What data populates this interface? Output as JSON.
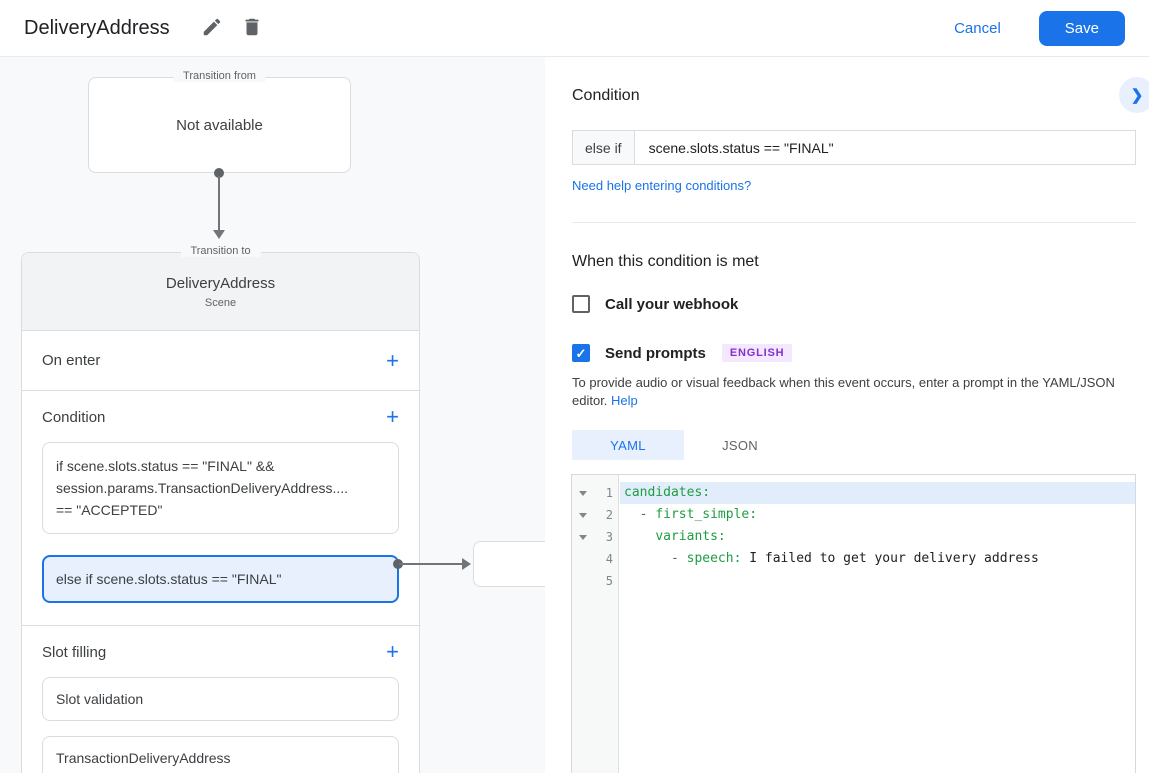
{
  "icons": {
    "plus": "+",
    "chevron_right": "❯",
    "check": "✓"
  },
  "colors": {
    "accent": "#1a73e8",
    "accent_light_bg": "#e8f0fe",
    "selected_condition_bg": "#e8f0fe",
    "badge_bg": "#f3e8fd",
    "badge_text": "#8430ce",
    "code_key_green": "#1e9e40",
    "line_highlight": "#e1edfb",
    "panel_bg": "#f8f9fa"
  },
  "header": {
    "title": "DeliveryAddress",
    "cancel_label": "Cancel",
    "save_label": "Save"
  },
  "diagram": {
    "transition_from": {
      "label": "Transition from",
      "value": "Not available"
    },
    "scene": {
      "label": "Transition to",
      "name": "DeliveryAddress",
      "subtitle": "Scene",
      "on_enter_title": "On enter",
      "condition": {
        "title": "Condition",
        "first": {
          "lines": [
            "if scene.slots.status == \"FINAL\" &&",
            "session.params.TransactionDeliveryAddress....",
            "== \"ACCEPTED\""
          ]
        },
        "selected": "else if scene.slots.status == \"FINAL\""
      },
      "slot_filling": {
        "title": "Slot filling",
        "validation": "Slot validation",
        "slot_name": "TransactionDeliveryAddress"
      }
    }
  },
  "panel": {
    "title": "Condition",
    "condition_row": {
      "prefix": "else if",
      "value": "scene.slots.status == \"FINAL\""
    },
    "help_link": "Need help entering conditions?",
    "when_met": {
      "title": "When this condition is met",
      "webhook_label": "Call your webhook",
      "prompts_label": "Send prompts",
      "language_badge": "ENGLISH",
      "description": "To provide audio or visual feedback when this event occurs, enter a prompt in the YAML/JSON editor.",
      "description_link": "Help"
    },
    "editor": {
      "tabs": {
        "yaml": "YAML",
        "json": "JSON"
      },
      "lines": [
        {
          "num": "1",
          "prefix": "",
          "key": "candidates:",
          "rest": ""
        },
        {
          "num": "2",
          "prefix": "  - ",
          "key": "first_simple:",
          "rest": ""
        },
        {
          "num": "3",
          "prefix": "    ",
          "key": "variants:",
          "rest": ""
        },
        {
          "num": "4",
          "prefix": "      - ",
          "key": "speech:",
          "rest": " I failed to get your delivery address"
        },
        {
          "num": "5",
          "prefix": "",
          "key": "",
          "rest": ""
        }
      ]
    }
  }
}
